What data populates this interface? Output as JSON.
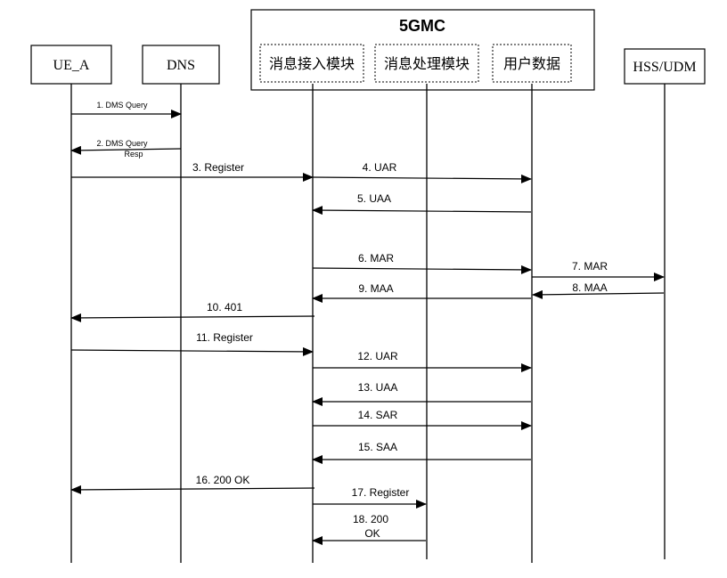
{
  "diagram": {
    "group": {
      "title": "5GMC"
    },
    "participants": [
      {
        "id": "ue_a",
        "label": "UE_A"
      },
      {
        "id": "dns",
        "label": "DNS"
      },
      {
        "id": "msg_access",
        "label": "消息接入模块"
      },
      {
        "id": "msg_proc",
        "label": "消息处理模块"
      },
      {
        "id": "user_data",
        "label": "用户数据"
      },
      {
        "id": "hss_udm",
        "label": "HSS/UDM"
      }
    ],
    "messages": [
      {
        "id": "m1",
        "label": "1. DMS Query",
        "from": "ue_a",
        "to": "dns"
      },
      {
        "id": "m2",
        "label": "2. DMS Query",
        "label2": "Resp",
        "from": "dns",
        "to": "ue_a"
      },
      {
        "id": "m3",
        "label": "3. Register",
        "from": "ue_a",
        "to": "msg_access"
      },
      {
        "id": "m4",
        "label": "4. UAR",
        "from": "msg_access",
        "to": "user_data"
      },
      {
        "id": "m5",
        "label": "5. UAA",
        "from": "user_data",
        "to": "msg_access"
      },
      {
        "id": "m6",
        "label": "6. MAR",
        "from": "msg_access",
        "to": "user_data"
      },
      {
        "id": "m7",
        "label": "7. MAR",
        "from": "user_data",
        "to": "hss_udm"
      },
      {
        "id": "m8",
        "label": "8. MAA",
        "from": "hss_udm",
        "to": "user_data"
      },
      {
        "id": "m9",
        "label": "9. MAA",
        "from": "user_data",
        "to": "msg_access"
      },
      {
        "id": "m10",
        "label": "10. 401",
        "from": "msg_access",
        "to": "ue_a"
      },
      {
        "id": "m11",
        "label": "11. Register",
        "from": "ue_a",
        "to": "msg_access"
      },
      {
        "id": "m12",
        "label": "12. UAR",
        "from": "msg_access",
        "to": "user_data"
      },
      {
        "id": "m13",
        "label": "13. UAA",
        "from": "user_data",
        "to": "msg_access"
      },
      {
        "id": "m14",
        "label": "14. SAR",
        "from": "msg_access",
        "to": "user_data"
      },
      {
        "id": "m15",
        "label": "15. SAA",
        "from": "user_data",
        "to": "msg_access"
      },
      {
        "id": "m16",
        "label": "16. 200 OK",
        "from": "msg_access",
        "to": "ue_a"
      },
      {
        "id": "m17",
        "label": "17. Register",
        "from": "msg_access",
        "to": "msg_proc"
      },
      {
        "id": "m18",
        "label": "18. 200",
        "label2": "OK",
        "from": "msg_proc",
        "to": "msg_access"
      }
    ]
  }
}
